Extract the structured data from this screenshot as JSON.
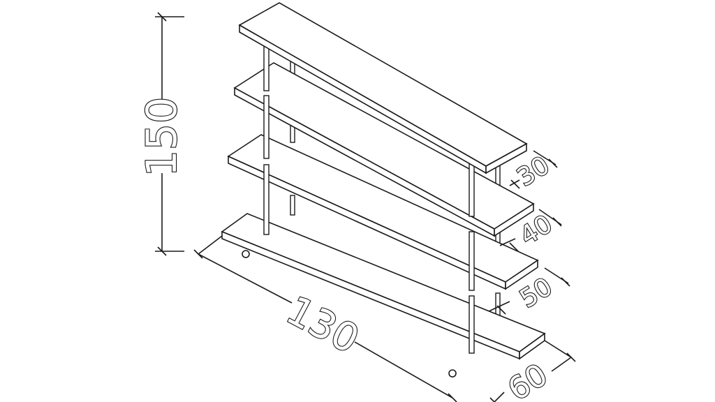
{
  "dimensions": {
    "height": "150",
    "length": "130",
    "depth": "60",
    "gap_top": "30",
    "gap_middle": "40",
    "gap_bottom": "50"
  },
  "colors": {
    "line": "#1a1a1a",
    "background": "#ffffff"
  }
}
